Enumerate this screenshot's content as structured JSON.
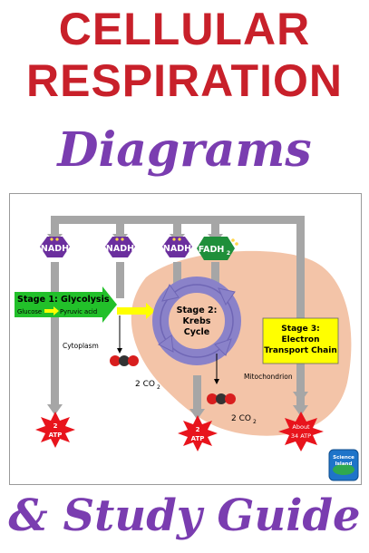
{
  "title_line1": "CELLULAR",
  "title_line2": "RESPIRATION",
  "title_line3": "Diagrams",
  "subtitle": "& Study Guide",
  "diagram": {
    "nadh_labels": [
      "NADH",
      "NADH",
      "NADH"
    ],
    "fadh_label": "FADH",
    "fadh_sub": "2",
    "stage1_title": "Stage 1: Glycolysis",
    "glucose": "Glucose",
    "pyruvic": "Pyruvic acid",
    "cytoplasm": "Cytoplasm",
    "stage2_line1": "Stage 2:",
    "stage2_line2": "Krebs",
    "stage2_line3": "Cycle",
    "stage3_line1": "Stage 3:",
    "stage3_line2": "Electron",
    "stage3_line3": "Transport Chain",
    "mitochondrion": "Mitochondrion",
    "co2_a": "2 CO",
    "co2_b": "2 CO",
    "co2_sub": "2",
    "atp1_num": "2",
    "atp1_unit": "ATP",
    "atp2_num": "2",
    "atp2_unit": "ATP",
    "atp3_num": "About",
    "atp3_unit": "34 ATP",
    "logo_line1": "Science",
    "logo_line2": "Island"
  },
  "colors": {
    "title_red": "#c8202a",
    "purple": "#7a3db0",
    "mito": "#f3c4a8",
    "krebs": "#8a82c9",
    "glycolysis_green": "#22c02a",
    "stage3_yellow": "#ffff00",
    "atp_red": "#e8141c",
    "arrow_gray": "#a6a6a6"
  }
}
